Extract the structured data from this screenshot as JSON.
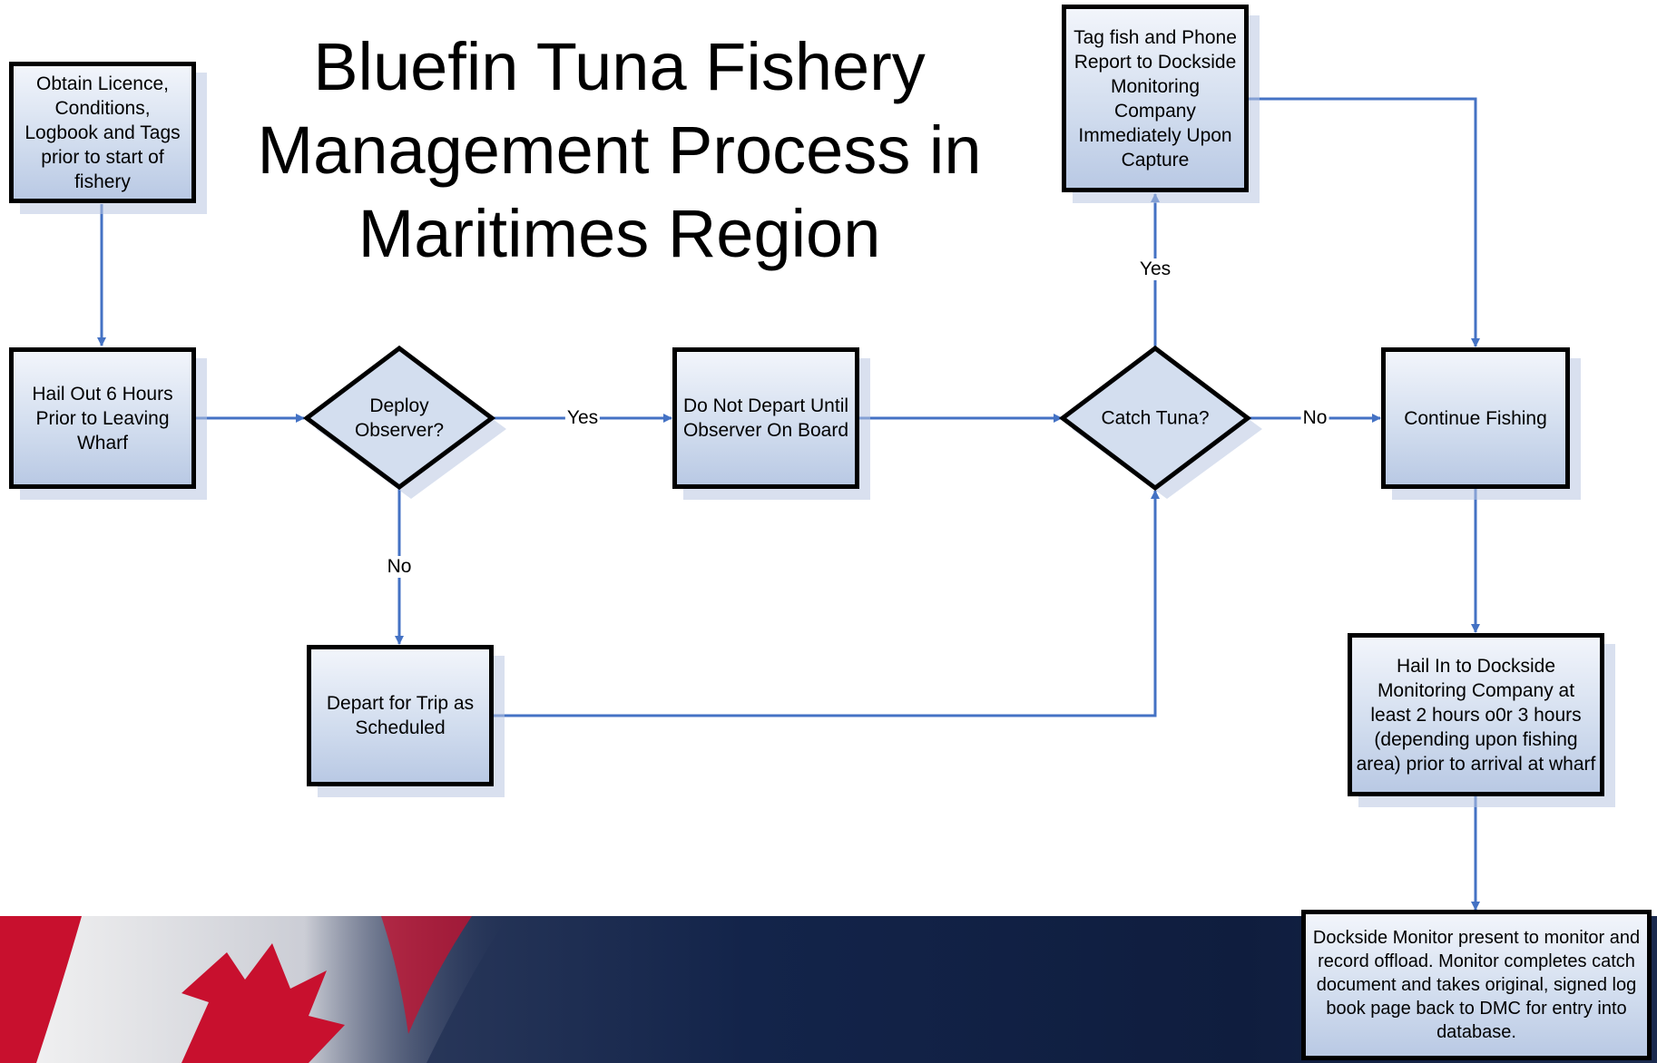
{
  "title": "Bluefin Tuna Fishery Management Process in Maritimes Region",
  "nodes": {
    "obtain_licence": "Obtain Licence, Conditions, Logbook and Tags prior to start of fishery",
    "hail_out": "Hail Out 6 Hours Prior to Leaving Wharf",
    "deploy_observer": "Deploy Observer?",
    "do_not_depart": "Do Not Depart Until Observer On Board",
    "depart_trip": "Depart for Trip as Scheduled",
    "catch_tuna": "Catch Tuna?",
    "tag_fish": "Tag fish and Phone Report to Dockside Monitoring Company Immediately Upon Capture",
    "continue_fishing": "Continue Fishing",
    "hail_in": "Hail In to Dockside Monitoring Company at least 2 hours o0r 3 hours (depending upon fishing area) prior to arrival at wharf",
    "dockside_monitor": "Dockside Monitor present to monitor and record offload. Monitor completes catch document and takes original, signed log book page back to DMC for entry into database."
  },
  "edge_labels": {
    "deploy_yes": "Yes",
    "deploy_no": "No",
    "catch_yes": "Yes",
    "catch_no": "No"
  },
  "colors": {
    "connector": "#4472c4",
    "box_border": "#000000",
    "banner": "#13244a",
    "flag_red": "#c8102e"
  }
}
